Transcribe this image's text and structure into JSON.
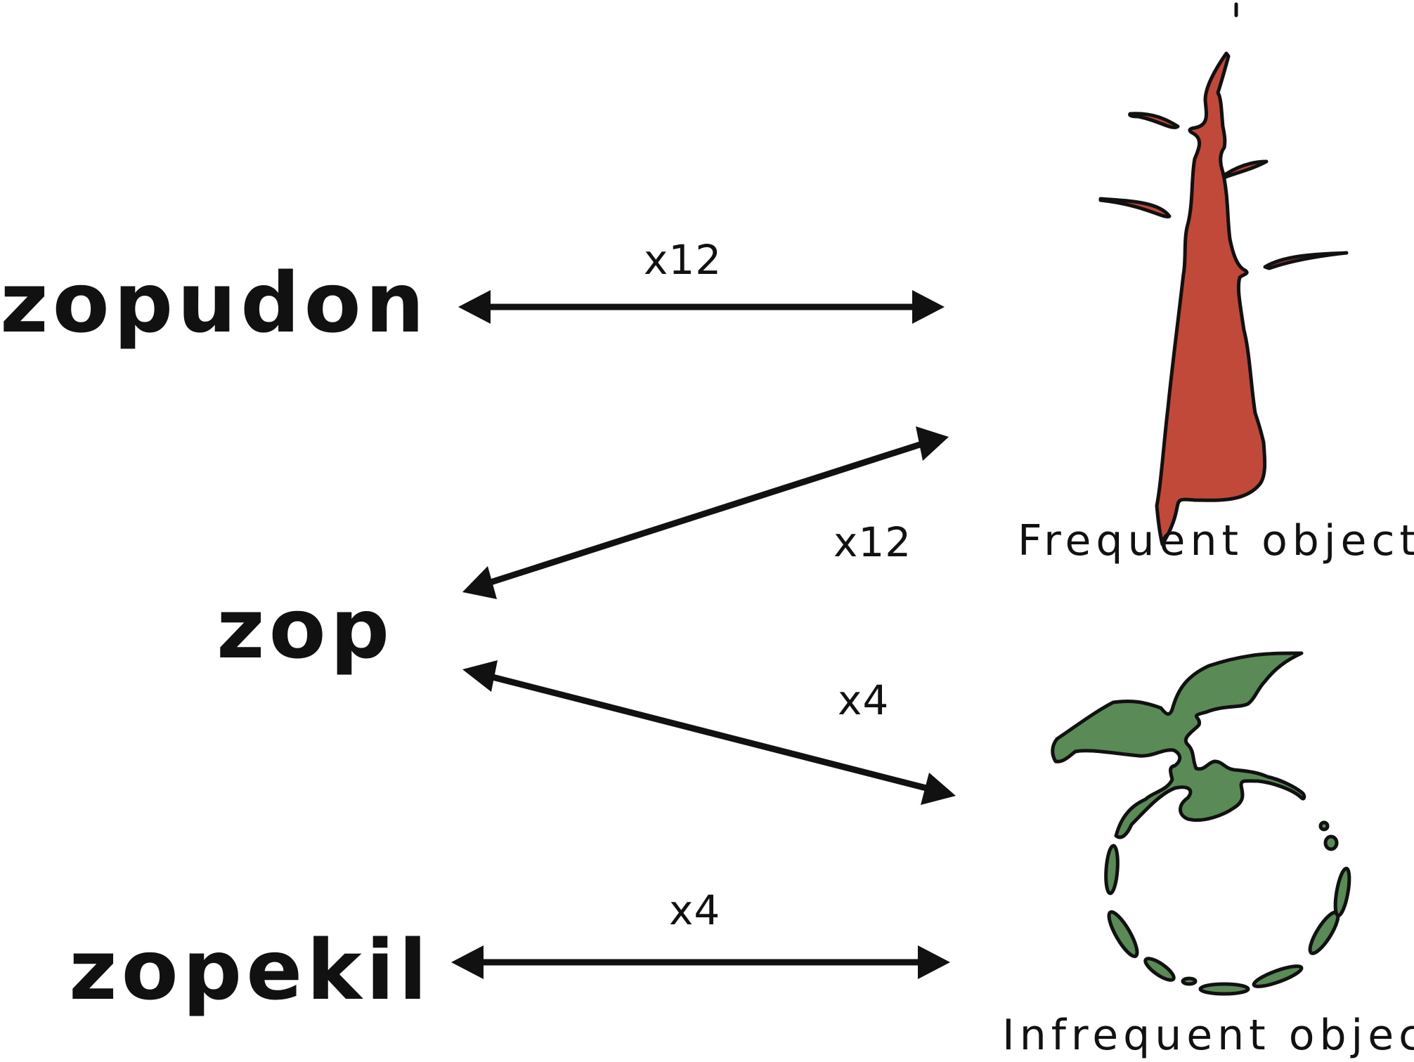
{
  "words": {
    "long_frequent": "zopudon",
    "short": "zop",
    "long_infrequent": "zopekil"
  },
  "counts": {
    "zopudon_to_frequent": "x12",
    "zop_to_frequent": "x12",
    "zop_to_infrequent": "x4",
    "zopekil_to_infrequent": "x4"
  },
  "objects": {
    "frequent_label": "Frequent object",
    "infrequent_label": "Infrequent object"
  },
  "colors": {
    "frequent_fill": "#c0493a",
    "infrequent_fill": "#5a8a55",
    "ink": "#111111"
  }
}
